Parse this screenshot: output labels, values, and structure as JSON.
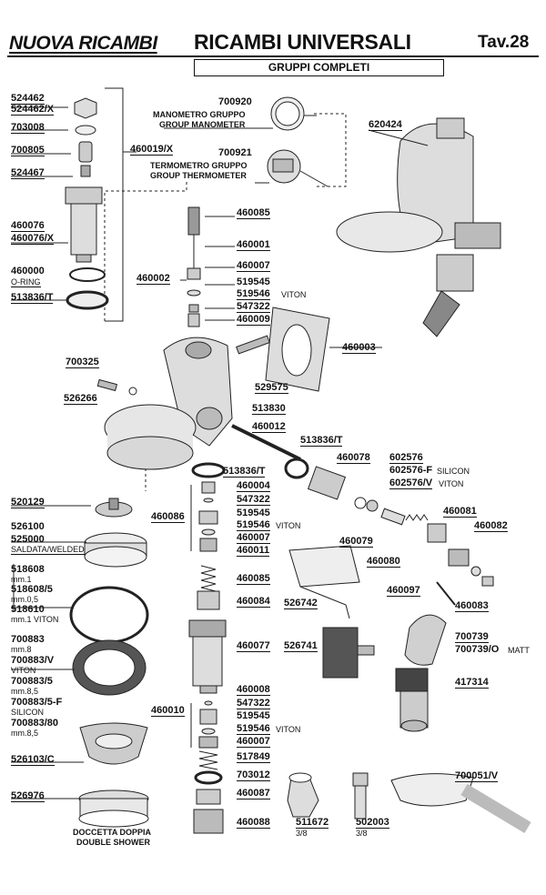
{
  "header": {
    "brand": "NUOVA RICAMBI",
    "title": "RICAMBI UNIVERSALI",
    "table_number": "Tav.28",
    "section": "GRUPPI COMPLETI"
  },
  "labels": {
    "p524462": "524462",
    "p524462x": "524462/X",
    "p703008": "703008",
    "p700805": "700805",
    "p524467": "524467",
    "p460019x": "460019/X",
    "p460076": "460076",
    "p460076x": "460076/X",
    "p460000": "460000",
    "p460000_note": "O-RING",
    "p513836t_a": "513836/T",
    "p700920": "700920",
    "p700920_desc_it": "MANOMETRO GRUPPO",
    "p700920_desc_en": "GROUP MANOMETER",
    "p700921": "700921",
    "p700921_desc_it": "TERMOMETRO GRUPPO",
    "p700921_desc_en": "GROUP THERMOMETER",
    "p620424": "620424",
    "p460085_a": "460085",
    "p460001": "460001",
    "p460007_a": "460007",
    "p460002": "460002",
    "p519545_a": "519545",
    "p519546_a": "519546",
    "viton_a": "VITON",
    "p547322_a": "547322",
    "p460009": "460009",
    "p460003": "460003",
    "p700325": "700325",
    "p526266": "526266",
    "p529575": "529575",
    "p513830": "513830",
    "p460012": "460012",
    "p513836t_b": "513836/T",
    "p460078": "460078",
    "p602576": "602576",
    "p602576f": "602576-F",
    "silicon_a": "SILICON",
    "p602576v": "602576/V",
    "viton_b": "VITON",
    "p513836t_c": "513836/T",
    "p460004": "460004",
    "p547322_b": "547322",
    "p460086": "460086",
    "p519545_b": "519545",
    "p519546_b": "519546",
    "viton_c": "VITON",
    "p460007_b": "460007",
    "p460011": "460011",
    "p460079": "460079",
    "p460080": "460080",
    "p460081": "460081",
    "p460082": "460082",
    "p520129": "520129",
    "p526100": "526100",
    "p525000": "525000",
    "p525000_note": "SALDATA/WELDED",
    "p518608": "518608",
    "mm01_a": "mm.1",
    "p518608_5": "518608/5",
    "mm05": "mm.0,5",
    "p518610": "518610",
    "p518610_note": "mm.1 VITON",
    "p460085_b": "460085",
    "p460084": "460084",
    "p526742": "526742",
    "p460097": "460097",
    "p460083": "460083",
    "p700739": "700739",
    "p700739o": "700739/O",
    "matt": "MATT",
    "p700883": "700883",
    "mm8_a": "mm.8",
    "p700883v": "700883/V",
    "viton_d": "VITON",
    "p700883_5": "700883/5",
    "mm85_a": "mm.8,5",
    "p700883_5f": "700883/5-F",
    "silicon_b": "SILICON",
    "p700883_80": "700883/80",
    "mm85_b": "mm.8,5",
    "p460077": "460077",
    "p526741": "526741",
    "p417314": "417314",
    "p460008": "460008",
    "p547322_c": "547322",
    "p460010": "460010",
    "p519545_c": "519545",
    "p519546_c": "519546",
    "viton_e": "VITON",
    "p460007_c": "460007",
    "p526103c": "526103/C",
    "p517849": "517849",
    "p703012": "703012",
    "p700051v": "700051/V",
    "p526976": "526976",
    "p460087": "460087",
    "p460088": "460088",
    "p511672": "511672",
    "p511672_note": "3/8",
    "p502003": "502003",
    "p502003_note": "3/8",
    "shower_it": "DOCCETTA DOPPIA",
    "shower_en": "DOUBLE SHOWER"
  }
}
